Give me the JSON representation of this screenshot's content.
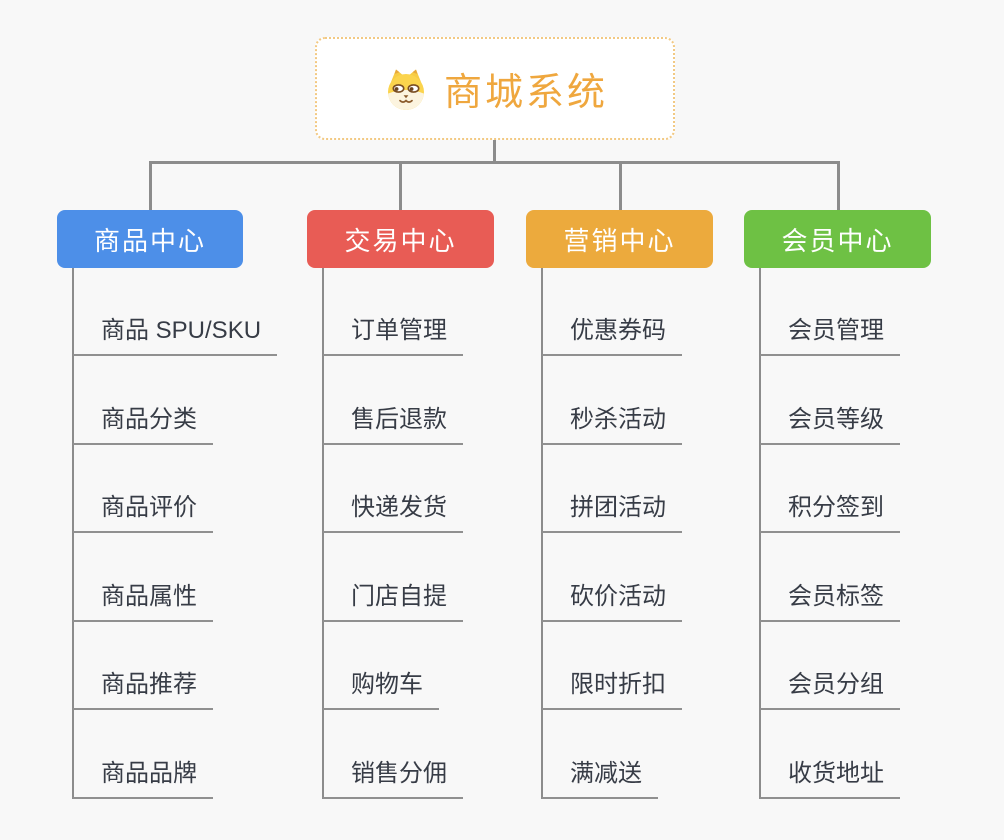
{
  "root": {
    "title": "商城系统",
    "icon": "dog-face-icon"
  },
  "colors": {
    "background": "#F8F8F8",
    "connector": "#8C8C8C",
    "leaf_underline": "#909090",
    "root_border": "#F2C983",
    "root_text": "#EFA73E",
    "branch_text": "#FFFFFF",
    "leaf_text": "#373C46"
  },
  "branches": [
    {
      "label": "商品中心",
      "color": "#4D8FE8",
      "children": [
        "商品 SPU/SKU",
        "商品分类",
        "商品评价",
        "商品属性",
        "商品推荐",
        "商品品牌"
      ]
    },
    {
      "label": "交易中心",
      "color": "#E85C55",
      "children": [
        "订单管理",
        "售后退款",
        "快递发货",
        "门店自提",
        "购物车",
        "销售分佣"
      ]
    },
    {
      "label": "营销中心",
      "color": "#ECAA3D",
      "children": [
        "优惠券码",
        "秒杀活动",
        "拼团活动",
        "砍价活动",
        "限时折扣",
        "满减送"
      ]
    },
    {
      "label": "会员中心",
      "color": "#6EC144",
      "children": [
        "会员管理",
        "会员等级",
        "积分签到",
        "会员标签",
        "会员分组",
        "收货地址"
      ]
    }
  ]
}
